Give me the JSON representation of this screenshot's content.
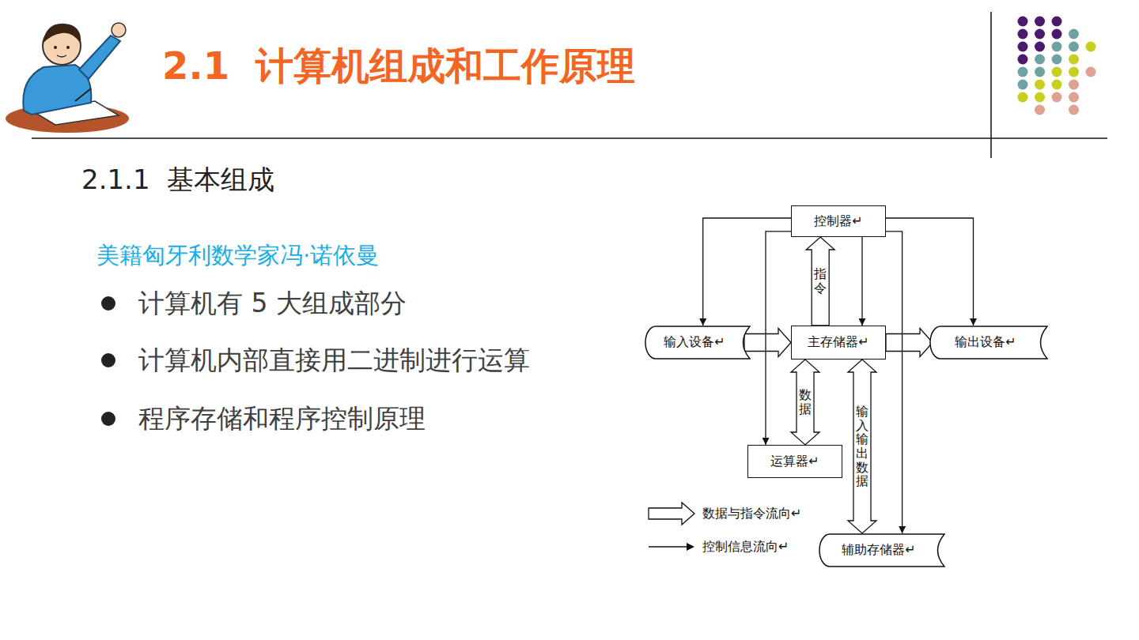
{
  "diagram": {
    "title": "2.1  计算机组成和工作原理",
    "nodes": [
      {
        "text": [
          "控制器↵"
        ]
      },
      {
        "text": [
          "输入设备↵"
        ]
      },
      {
        "text": [
          "主存储器↵"
        ]
      },
      {
        "text": [
          "输出设备↵"
        ]
      },
      {
        "text": [
          "运算器↵"
        ]
      },
      {
        "text": [
          "辅助存储器↵"
        ]
      }
    ],
    "edges": [
      {
        "from": 2,
        "to": 0,
        "arrow": "to",
        "label": "指令"
      },
      {
        "from": 1,
        "to": 2,
        "arrow": "to"
      },
      {
        "from": 2,
        "to": 3,
        "arrow": "to"
      },
      {
        "from": 2,
        "to": 4,
        "arrow": "both",
        "label": "数据"
      },
      {
        "from": 2,
        "to": 5,
        "arrow": "both",
        "label": "输入输出数据"
      },
      {
        "from": 0,
        "to": 1,
        "arrow": "to"
      },
      {
        "from": 0,
        "to": 2,
        "arrow": "to"
      },
      {
        "from": 0,
        "to": 3,
        "arrow": "to"
      },
      {
        "from": 0,
        "to": 4,
        "arrow": "to"
      },
      {
        "from": 0,
        "to": 5,
        "arrow": "to"
      }
    ],
    "labels": [
      "2.1.1  基本组成",
      "美籍匈牙利数学家冯·诺依曼",
      "计算机有 5 大组成部分",
      "计算机内部直接用二进制进行运算",
      "程序存储和程序控制原理"
    ],
    "legend": [
      {
        "text": "数据与指令流向↵"
      },
      {
        "text": "控制信息流向↵"
      }
    ]
  }
}
